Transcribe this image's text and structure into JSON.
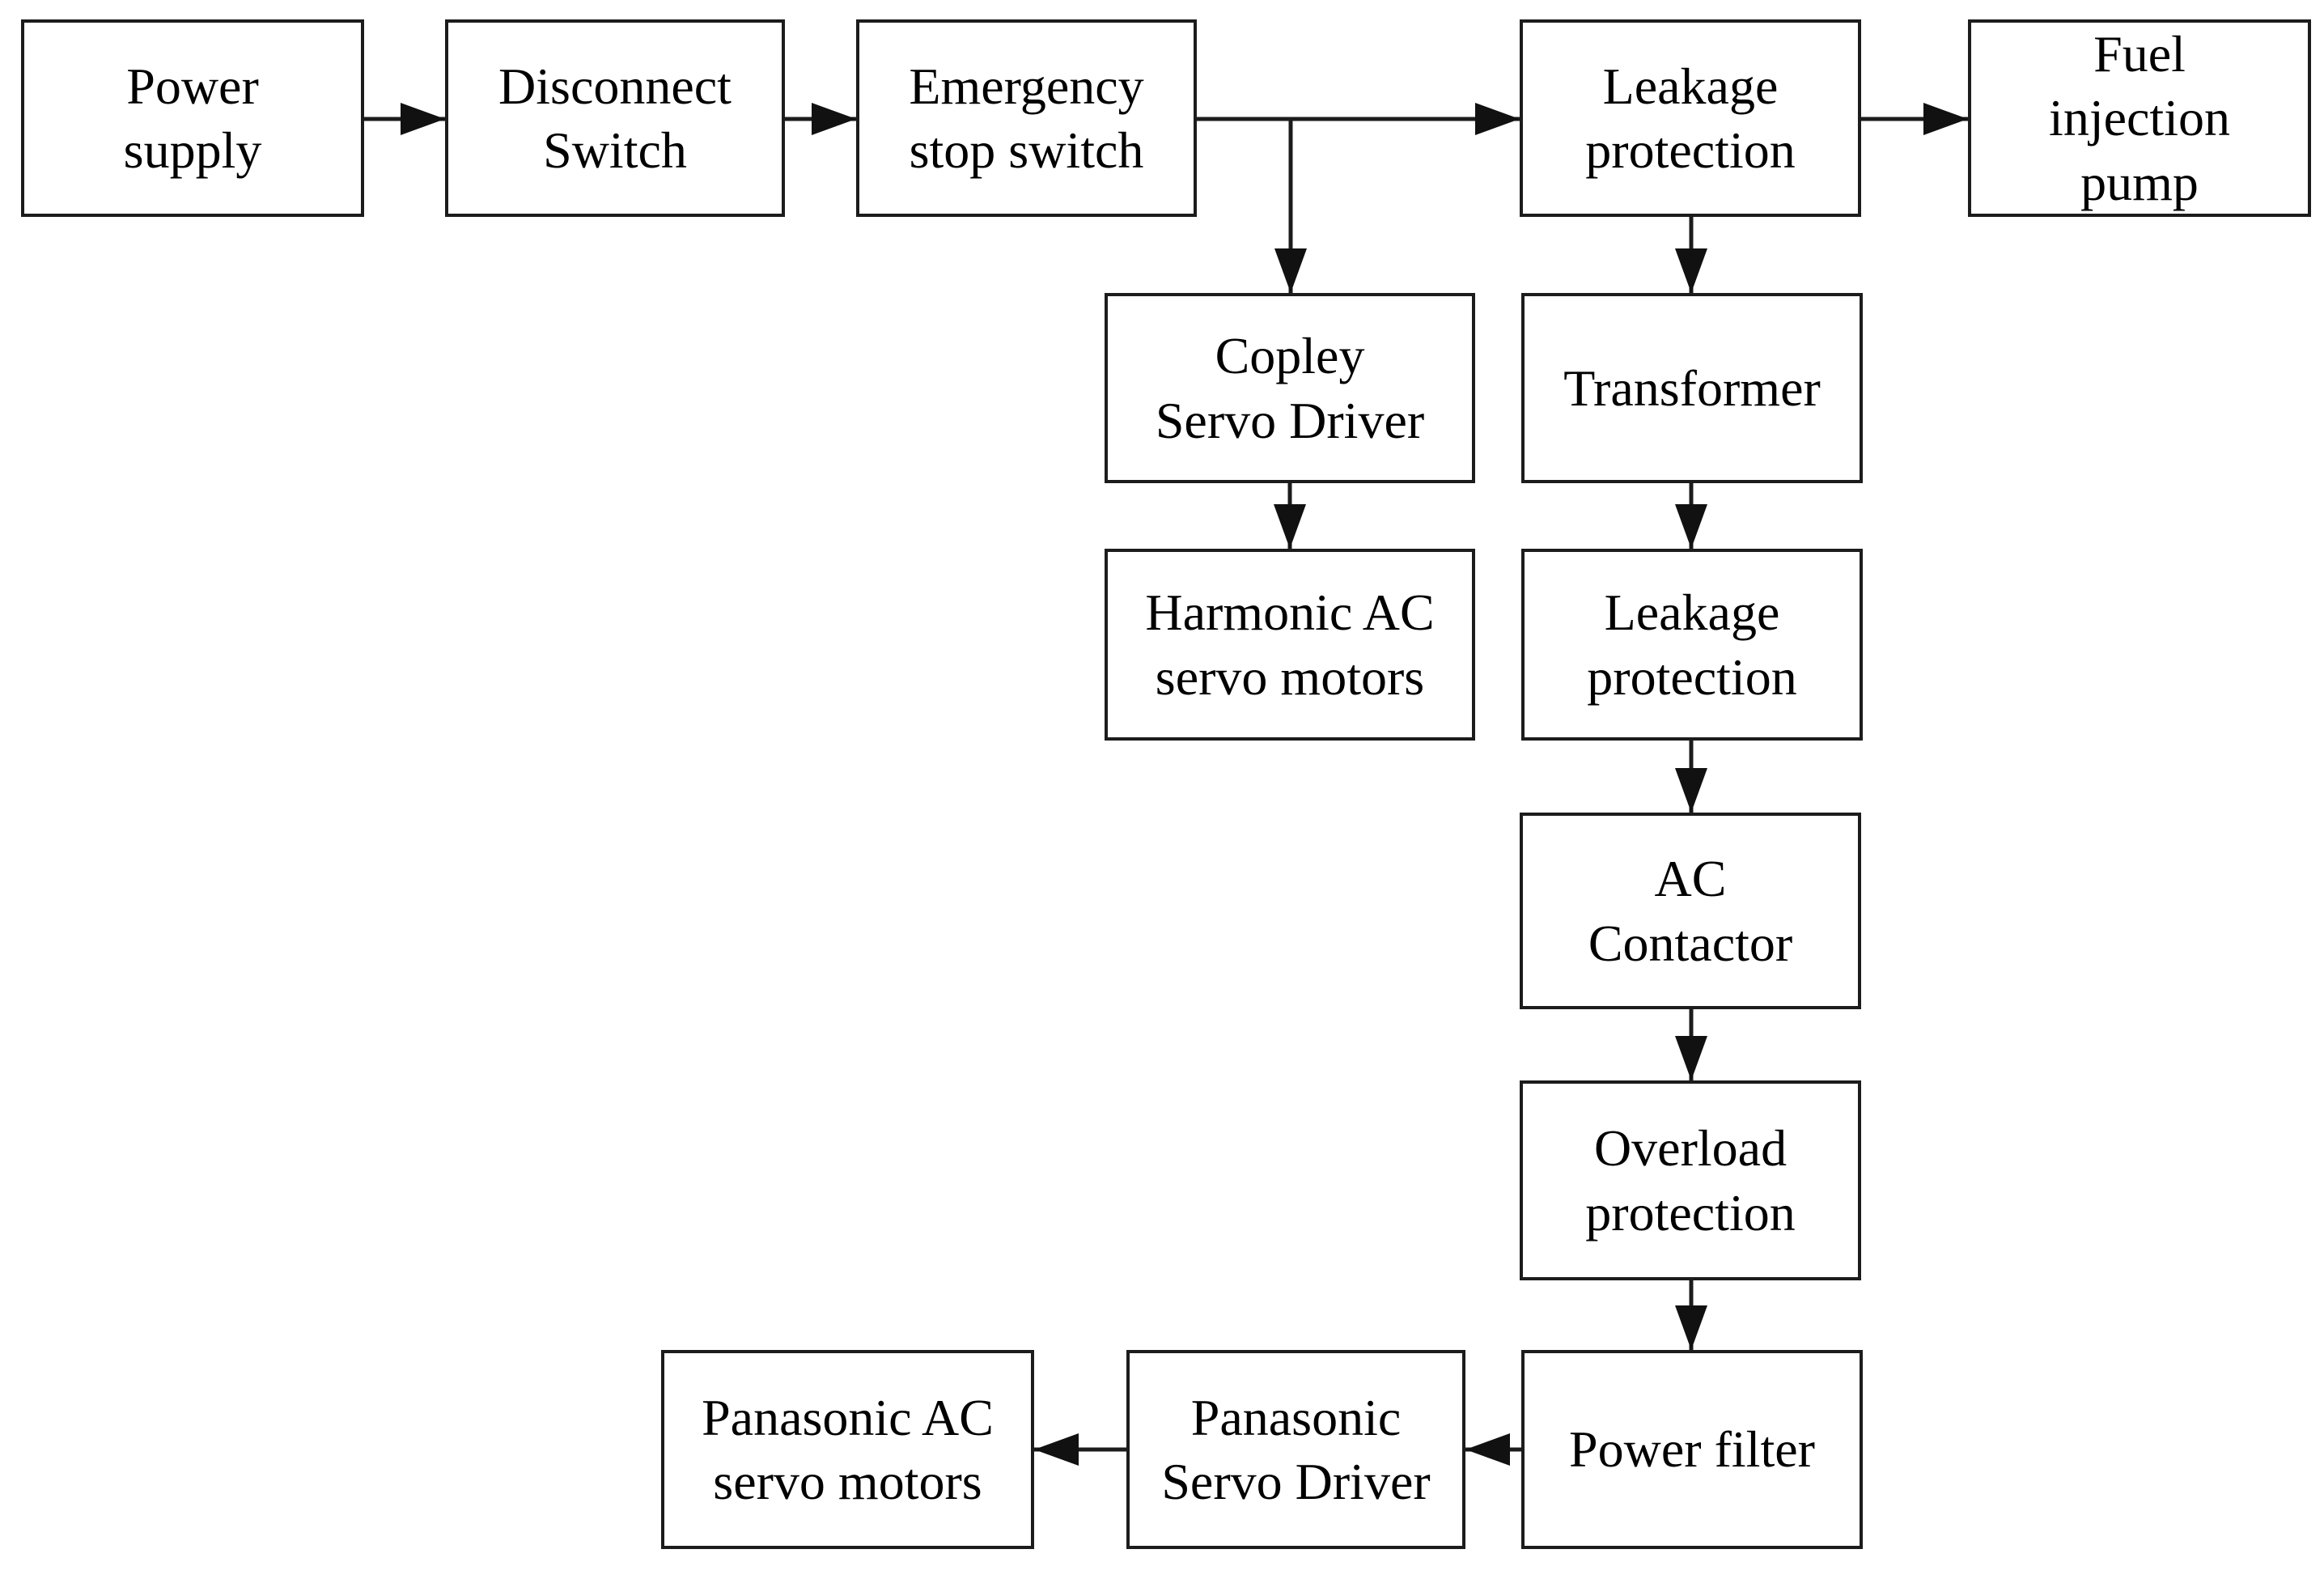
{
  "diagram": {
    "title": "",
    "background_color": "#ffffff",
    "line_color": "#1c1c1c",
    "text_color": "#000000",
    "nodes": {
      "power_supply": {
        "label": "Power\nsupply"
      },
      "disconnect_switch": {
        "label": "Disconnect\nSwitch"
      },
      "emergency_stop_switch": {
        "label": "Emergency\nstop switch"
      },
      "leakage_protection_top": {
        "label": "Leakage\nprotection"
      },
      "fuel_injection_pump": {
        "label": "Fuel\ninjection\npump"
      },
      "copley_servo_driver": {
        "label": "Copley\nServo Driver"
      },
      "transformer": {
        "label": "Transformer"
      },
      "harmonic_ac_servo_motors": {
        "label": "Harmonic AC\nservo motors"
      },
      "leakage_protection_mid": {
        "label": "Leakage\nprotection"
      },
      "ac_contactor": {
        "label": "AC\nContactor"
      },
      "overload_protection": {
        "label": "Overload\nprotection"
      },
      "power_filter": {
        "label": "Power filter"
      },
      "panasonic_servo_driver": {
        "label": "Panasonic\nServo Driver"
      },
      "panasonic_ac_servo_motors": {
        "label": "Panasonic AC\nservo motors"
      }
    },
    "edges": [
      {
        "from": "power_supply",
        "to": "disconnect_switch",
        "direction": "right"
      },
      {
        "from": "disconnect_switch",
        "to": "emergency_stop_switch",
        "direction": "right"
      },
      {
        "from": "emergency_stop_switch",
        "to": "leakage_protection_top",
        "direction": "right"
      },
      {
        "from": "emergency_stop_switch",
        "to": "copley_servo_driver",
        "direction": "down"
      },
      {
        "from": "leakage_protection_top",
        "to": "fuel_injection_pump",
        "direction": "right"
      },
      {
        "from": "leakage_protection_top",
        "to": "transformer",
        "direction": "down"
      },
      {
        "from": "copley_servo_driver",
        "to": "harmonic_ac_servo_motors",
        "direction": "down"
      },
      {
        "from": "transformer",
        "to": "leakage_protection_mid",
        "direction": "down"
      },
      {
        "from": "leakage_protection_mid",
        "to": "ac_contactor",
        "direction": "down"
      },
      {
        "from": "ac_contactor",
        "to": "overload_protection",
        "direction": "down"
      },
      {
        "from": "overload_protection",
        "to": "power_filter",
        "direction": "down"
      },
      {
        "from": "power_filter",
        "to": "panasonic_servo_driver",
        "direction": "left"
      },
      {
        "from": "panasonic_servo_driver",
        "to": "panasonic_ac_servo_motors",
        "direction": "left"
      }
    ]
  }
}
